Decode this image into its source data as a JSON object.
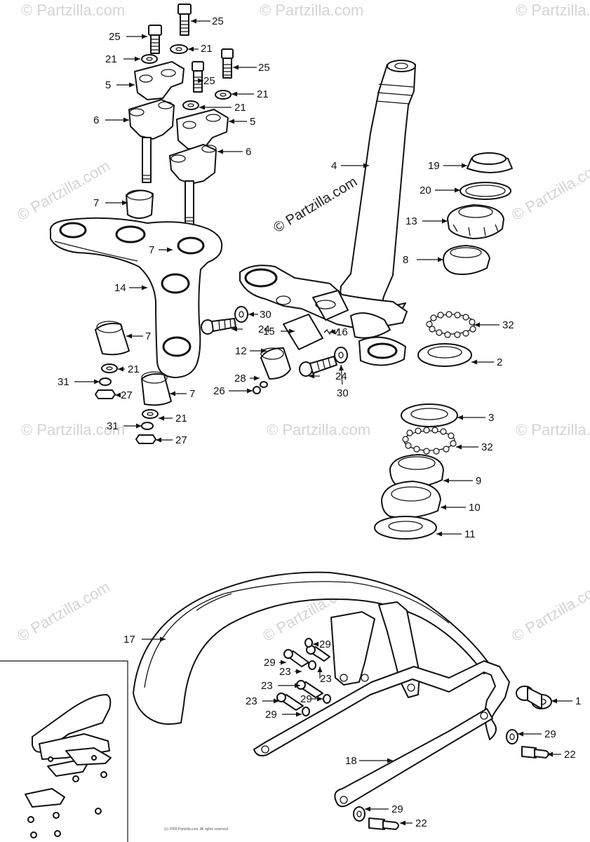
{
  "watermark": {
    "main_text": "© Partzilla.com",
    "faint_text": "© Partzilla.com",
    "diag_text": "© Partzilla.com",
    "footer_text": "(c) 2009 Partzilla.com. All rights reserved."
  },
  "callouts": [
    {
      "id": "c25a",
      "text": "25"
    },
    {
      "id": "c25b",
      "text": "25"
    },
    {
      "id": "c21a",
      "text": "21"
    },
    {
      "id": "c21b",
      "text": "21"
    },
    {
      "id": "c25c",
      "text": "25"
    },
    {
      "id": "c5a",
      "text": "5"
    },
    {
      "id": "c25d",
      "text": "25"
    },
    {
      "id": "c21c",
      "text": "21"
    },
    {
      "id": "c6a",
      "text": "6"
    },
    {
      "id": "c21d",
      "text": "21"
    },
    {
      "id": "c5b",
      "text": "5"
    },
    {
      "id": "c6b",
      "text": "6"
    },
    {
      "id": "c4",
      "text": "4"
    },
    {
      "id": "c19",
      "text": "19"
    },
    {
      "id": "c20",
      "text": "20"
    },
    {
      "id": "c7a",
      "text": "7"
    },
    {
      "id": "c13",
      "text": "13"
    },
    {
      "id": "c7b",
      "text": "7"
    },
    {
      "id": "c8",
      "text": "8"
    },
    {
      "id": "c14",
      "text": "14"
    },
    {
      "id": "c30a",
      "text": "30"
    },
    {
      "id": "c24a",
      "text": "24"
    },
    {
      "id": "c15",
      "text": "15"
    },
    {
      "id": "c16",
      "text": "16"
    },
    {
      "id": "c32a",
      "text": "32"
    },
    {
      "id": "c7c",
      "text": "7"
    },
    {
      "id": "c12",
      "text": "12"
    },
    {
      "id": "c2",
      "text": "2"
    },
    {
      "id": "c21e",
      "text": "21"
    },
    {
      "id": "c24b",
      "text": "24"
    },
    {
      "id": "c31a",
      "text": "31"
    },
    {
      "id": "c28",
      "text": "28"
    },
    {
      "id": "c27a",
      "text": "27"
    },
    {
      "id": "c30b",
      "text": "30"
    },
    {
      "id": "c26",
      "text": "26"
    },
    {
      "id": "c7d",
      "text": "7"
    },
    {
      "id": "c3",
      "text": "3"
    },
    {
      "id": "c31b",
      "text": "31"
    },
    {
      "id": "c21f",
      "text": "21"
    },
    {
      "id": "c27b",
      "text": "27"
    },
    {
      "id": "c32b",
      "text": "32"
    },
    {
      "id": "c9",
      "text": "9"
    },
    {
      "id": "c10",
      "text": "10"
    },
    {
      "id": "c11",
      "text": "11"
    },
    {
      "id": "c17",
      "text": "17"
    },
    {
      "id": "c29a",
      "text": "29"
    },
    {
      "id": "c29b",
      "text": "29"
    },
    {
      "id": "c23a",
      "text": "23"
    },
    {
      "id": "c23b",
      "text": "23"
    },
    {
      "id": "c23c",
      "text": "23"
    },
    {
      "id": "c29c",
      "text": "29"
    },
    {
      "id": "c23d",
      "text": "23"
    },
    {
      "id": "c1",
      "text": "1"
    },
    {
      "id": "c29d",
      "text": "29"
    },
    {
      "id": "c29e",
      "text": "29"
    },
    {
      "id": "c22a",
      "text": "22"
    },
    {
      "id": "c18",
      "text": "18"
    },
    {
      "id": "c29f",
      "text": "29"
    },
    {
      "id": "c22b",
      "text": "22"
    }
  ]
}
